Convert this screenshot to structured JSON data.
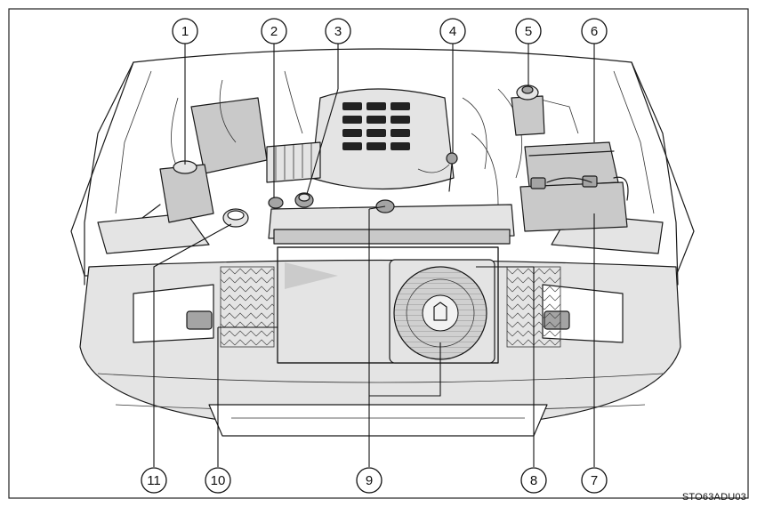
{
  "callouts": {
    "c1": "1",
    "c2": "2",
    "c3": "3",
    "c4": "4",
    "c5": "5",
    "c6": "6",
    "c7": "7",
    "c8": "8",
    "c9": "9",
    "c10": "10",
    "c11": "11"
  },
  "reference_code": "STO63ADU03"
}
